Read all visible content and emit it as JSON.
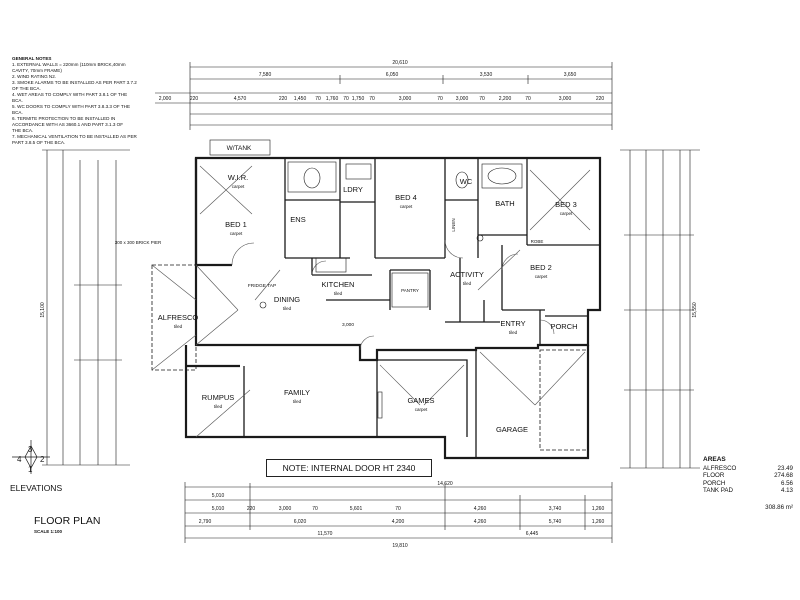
{
  "notes": {
    "heading": "GENERAL NOTES",
    "items": [
      "1. EXTERNAL WALLS = 220mm (110mm BRICK,40mm",
      "CAVITY, 70mm FRAME)",
      "2. WIND RATING N2.",
      "3. SMOKE ALARMS TO BE INSTALLED AS PER PART 3.7.2",
      "OF THE BCA.",
      "4. WET AREAS TO COMPLY WITH PART 3.8.1 OF THE",
      "BCA.",
      "5. WC DOORS TO COMPLY WITH PART 3.8.3.3 OF THE",
      "BCA.",
      "6. TERMITE PROTECTION TO BE INSTALLED IN",
      "ACCORDANCE WITH AS 3660.1 AND PART 3.1.3 OF",
      "THE BCA.",
      "7. MECHANICAL VENTILATION TO BE INSTALLED AS PER",
      "PART 3.8.5 OF THE BCA."
    ]
  },
  "rooms": {
    "wir": "W.I.R.",
    "wir_sub": "carpet",
    "bed1": "BED 1",
    "bed1_sub": "carpet",
    "ens": "ENS",
    "ldry": "LDRY",
    "bed4": "BED 4",
    "bed4_sub": "carpet",
    "wc": "WC",
    "bath": "BATH",
    "bed3": "BED 3",
    "bed3_sub": "carpet",
    "bed2": "BED 2",
    "bed2_sub": "carpet",
    "activity": "ACTIVITY",
    "activity_sub": "tiled",
    "kitchen": "KITCHEN",
    "kitchen_sub": "tiled",
    "pantry": "PANTRY",
    "dining": "DINING",
    "dining_sub": "tiled",
    "alfresco": "ALFRESCO",
    "alfresco_sub": "tiled",
    "family": "FAMILY",
    "family_sub": "tiled",
    "rumpus": "RUMPUS",
    "rumpus_sub": "tiled",
    "games": "GAMES",
    "games_sub": "carpet",
    "entry": "ENTRY",
    "entry_sub": "tiled",
    "porch": "PORCH",
    "garage": "GARAGE",
    "wtank": "W/TANK",
    "linen": "LINEN",
    "robe": "ROBE",
    "fridge_tap": "FRIDGE TAP",
    "brick_pier": "300 x 300 BRICK PIER",
    "dim_3000": "3,000"
  },
  "dims": {
    "overall_top": "20,610",
    "overall_bottom": "19,810",
    "top_row1": [
      "7,580",
      "6,050",
      "3,530",
      "3,650"
    ],
    "top_row2": [
      "2,000",
      "220",
      "4,570",
      "220",
      "1,450",
      "70",
      "1,760",
      "70",
      "1,750",
      "70",
      "3,000",
      "70",
      "3,000",
      "70",
      "2,200",
      "70",
      "3,000",
      "220"
    ],
    "bottom_row1": [
      "5,010",
      "14,620"
    ],
    "bottom_row2": [
      "5,010",
      "220",
      "3,000",
      "70",
      "5,601",
      "70",
      "4,260",
      "3,740",
      "1,260"
    ],
    "bottom_row3": [
      "2,790",
      "6,020",
      "4,200",
      "4,260",
      "5,740",
      "1,260"
    ],
    "bottom_row4": [
      "11,570",
      "6,445"
    ],
    "left_overall": "15,100",
    "right_overall": "15,550"
  },
  "note_box": "NOTE: INTERNAL DOOR HT 2340",
  "elevations_label": "ELEVATIONS",
  "compass": {
    "n": "3",
    "e": "2",
    "s": "1",
    "w": "4"
  },
  "floor_plan": {
    "title": "FLOOR PLAN",
    "scale": "SCALE 1:100"
  },
  "areas": {
    "heading": "AREAS",
    "rows": [
      {
        "label": "ALFRESCO",
        "value": "23.49"
      },
      {
        "label": "FLOOR",
        "value": "274.68"
      },
      {
        "label": "PORCH",
        "value": "6.56"
      },
      {
        "label": "TANK PAD",
        "value": "4.13"
      }
    ],
    "total": "308.86 m²"
  },
  "colors": {
    "line": "#1a1a1a",
    "light": "#777777"
  }
}
